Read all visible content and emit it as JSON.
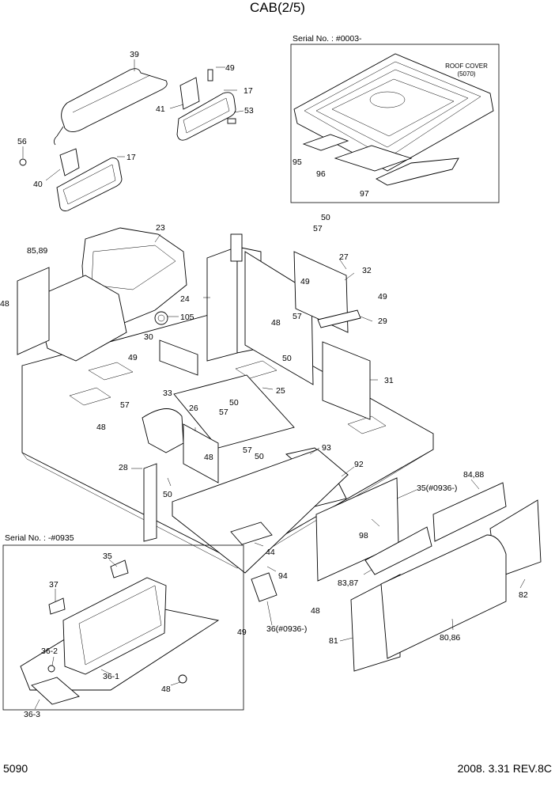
{
  "page": {
    "title": "CAB(2/5)",
    "page_number": "5090",
    "revision": "2008. 3.31  REV.8C"
  },
  "insets": {
    "serial_top": "Serial No. : #0003-",
    "serial_bottom": "Serial No. : -#0935",
    "roof_cover_line1": "ROOF COVER",
    "roof_cover_line2": "(5070)"
  },
  "labels": {
    "p39": "39",
    "p49a": "49",
    "p17a": "17",
    "p41": "41",
    "p53": "53",
    "p56": "56",
    "p40": "40",
    "p17b": "17",
    "p95": "95",
    "p96": "96",
    "p97": "97",
    "p50a": "50",
    "p57a": "57",
    "p27": "27",
    "p23": "23",
    "p8589": "85,89",
    "p32": "32",
    "p49b": "49",
    "p49c": "49",
    "p48a": "48",
    "p24": "24",
    "p105": "105",
    "p57b": "57",
    "p48b": "48",
    "p29": "29",
    "p30": "30",
    "p49d": "49",
    "p50b": "50",
    "p31": "31",
    "p33": "33",
    "p25": "25",
    "p50c": "50",
    "p57c": "57",
    "p57d": "57",
    "p26": "26",
    "p48c": "48",
    "p48d": "48",
    "p57e": "57",
    "p50d": "50",
    "p93": "93",
    "p92": "92",
    "p28": "28",
    "p50e": "50",
    "p35a": "35(#0936-)",
    "p8488": "84,88",
    "p98": "98",
    "p44": "44",
    "p94": "94",
    "p8387": "83,87",
    "p82": "82",
    "p48e": "48",
    "p49e": "49",
    "p36a": "36(#0936-)",
    "p81": "81",
    "p8086": "80,86",
    "p35b": "35",
    "p37": "37",
    "p362": "36-2",
    "p361": "36-1",
    "p48f": "48",
    "p363": "36-3"
  }
}
